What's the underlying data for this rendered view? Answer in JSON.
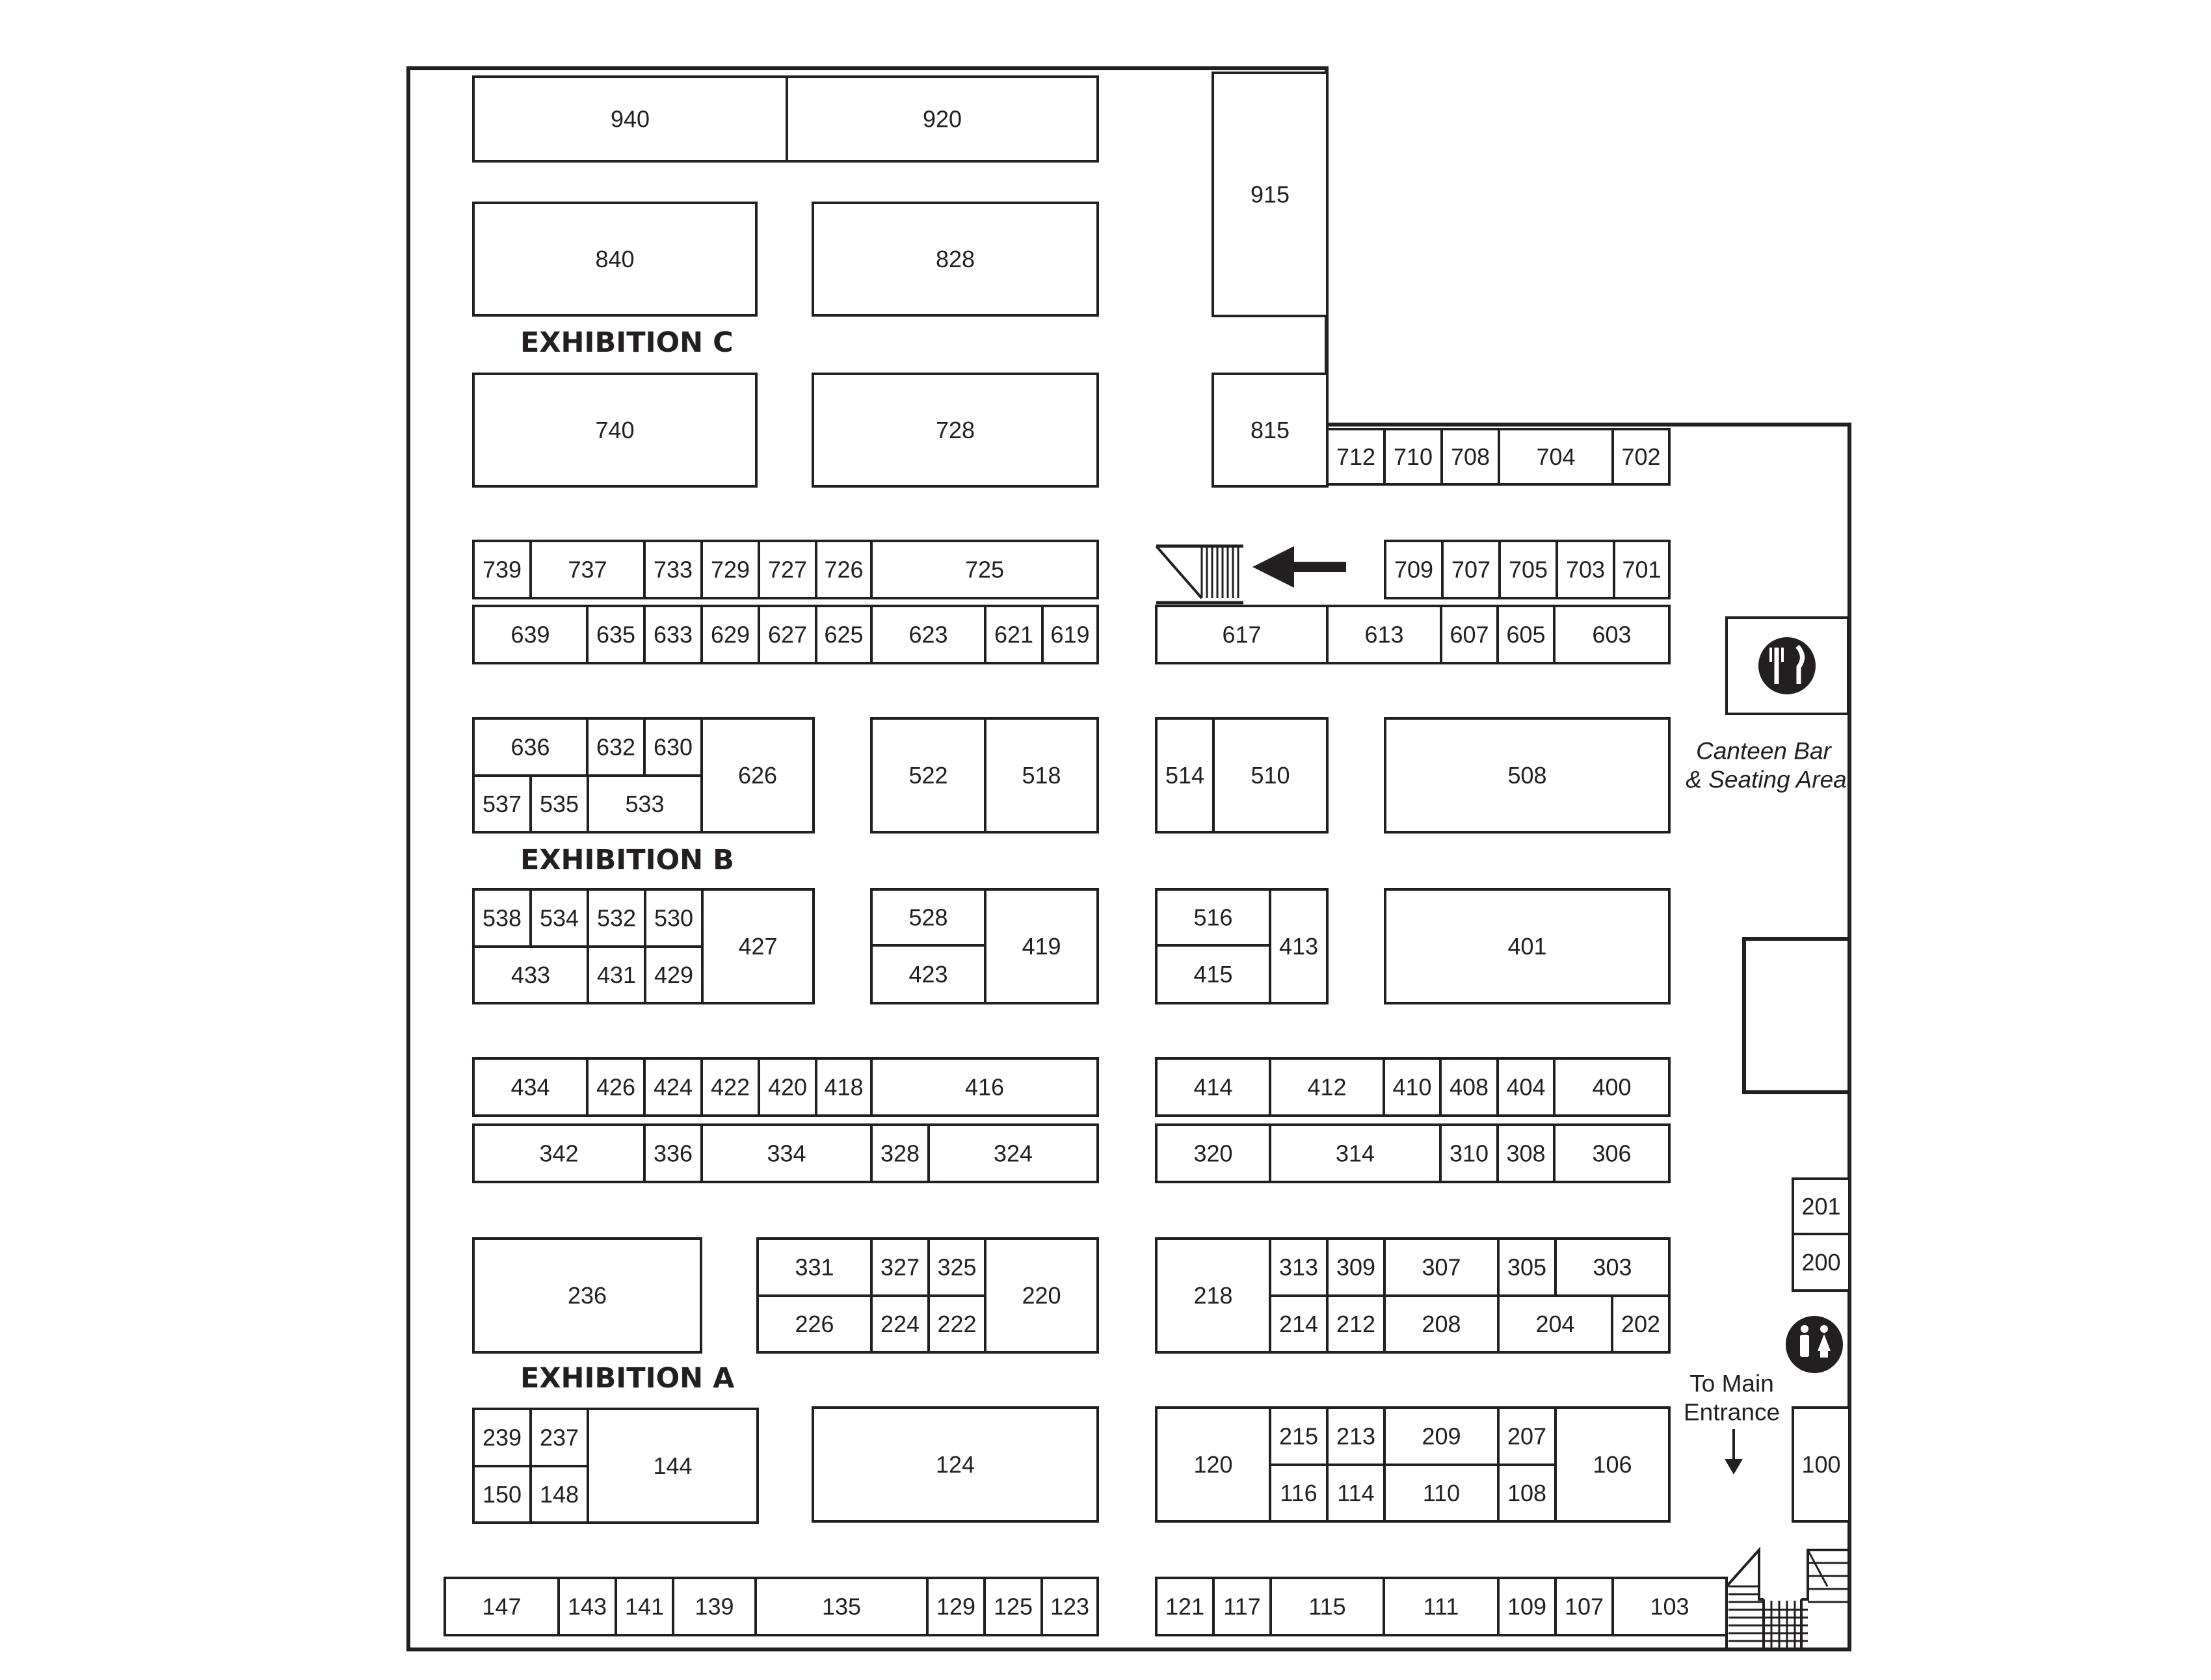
{
  "halls": {
    "exhibition_c": "EXHIBITION C",
    "exhibition_b": "EXHIBITION B",
    "exhibition_a": "EXHIBITION A"
  },
  "amenities": {
    "canteen_line1": "Canteen Bar",
    "canteen_line2": "& Seating Area",
    "entrance_line1": "To Main",
    "entrance_line2": "Entrance"
  },
  "icons": [
    "cutlery-icon",
    "restroom-icon",
    "stairs-icon",
    "arrow-left-icon",
    "arrow-down-icon"
  ],
  "colors": {
    "ink": "#231f20",
    "background": "#ffffff"
  },
  "booths": [
    "940",
    "920",
    "915",
    "840",
    "828",
    "740",
    "728",
    "815",
    "712",
    "710",
    "708",
    "704",
    "702",
    "739",
    "737",
    "733",
    "729",
    "727",
    "726",
    "725",
    "709",
    "707",
    "705",
    "703",
    "701",
    "639",
    "635",
    "633",
    "629",
    "627",
    "625",
    "623",
    "621",
    "619",
    "617",
    "613",
    "607",
    "605",
    "603",
    "636",
    "632",
    "630",
    "626",
    "537",
    "535",
    "533",
    "522",
    "518",
    "514",
    "510",
    "508",
    "538",
    "534",
    "532",
    "530",
    "427",
    "433",
    "431",
    "429",
    "528",
    "419",
    "423",
    "516",
    "413",
    "415",
    "401",
    "434",
    "426",
    "424",
    "422",
    "420",
    "418",
    "416",
    "414",
    "412",
    "410",
    "408",
    "404",
    "400",
    "342",
    "336",
    "334",
    "328",
    "324",
    "320",
    "314",
    "310",
    "308",
    "306",
    "201",
    "200",
    "236",
    "331",
    "327",
    "325",
    "220",
    "226",
    "224",
    "222",
    "218",
    "313",
    "309",
    "307",
    "305",
    "303",
    "214",
    "212",
    "208",
    "204",
    "202",
    "239",
    "237",
    "144",
    "150",
    "148",
    "124",
    "120",
    "215",
    "213",
    "209",
    "207",
    "106",
    "116",
    "114",
    "110",
    "108",
    "100",
    "147",
    "143",
    "141",
    "139",
    "135",
    "129",
    "125",
    "123",
    "121",
    "117",
    "115",
    "111",
    "109",
    "107",
    "103"
  ]
}
